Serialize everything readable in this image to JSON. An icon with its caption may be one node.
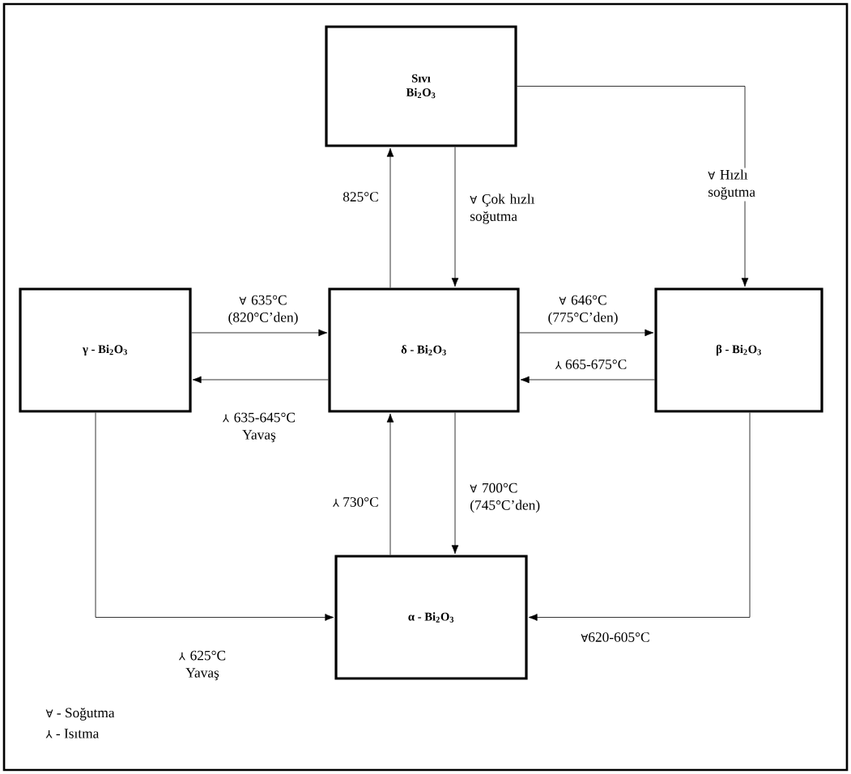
{
  "diagram": {
    "nodes": [
      {
        "text": [
          "Sıvı Bi$_{2}$O$_{3}$"
        ]
      },
      {
        "text": [
          "γ - Bi$_{2}$O$_{3}$"
        ]
      },
      {
        "text": [
          "δ - Bi$_{2}$O$_{3}$"
        ]
      },
      {
        "text": [
          "β - Bi$_{2}$O$_{3}$"
        ]
      },
      {
        "text": [
          "α - Bi$_{2}$O$_{3}$"
        ]
      }
    ],
    "edges": [
      {
        "from": 2,
        "to": 0,
        "arrow": "to",
        "label": "825°C"
      },
      {
        "from": 0,
        "to": 2,
        "arrow": "to",
        "label": "∀ Çok hızlı soğutma"
      },
      {
        "from": 0,
        "to": 3,
        "arrow": "to",
        "label": "∀ Hızlı soğutma"
      },
      {
        "from": 1,
        "to": 2,
        "arrow": "to",
        "label": "∀ 635°C (820°C’den)"
      },
      {
        "from": 2,
        "to": 1,
        "arrow": "to",
        "label": "⅄ 635-645°C Yavaş"
      },
      {
        "from": 2,
        "to": 3,
        "arrow": "to",
        "label": "∀ 646°C (775°C’den)"
      },
      {
        "from": 3,
        "to": 2,
        "arrow": "to",
        "label": "⅄ 665-675°C"
      },
      {
        "from": 4,
        "to": 2,
        "arrow": "to",
        "label": "⅄ 730°C"
      },
      {
        "from": 2,
        "to": 4,
        "arrow": "to",
        "label": "∀ 700°C (745°C’den)"
      },
      {
        "from": 1,
        "to": 4,
        "arrow": "to",
        "label": "⅄ 625°C Yavaş"
      },
      {
        "from": 3,
        "to": 4,
        "arrow": "to",
        "label": "∀620-605°C"
      }
    ],
    "legend": [
      {
        "text": "∀ - Soğutma"
      },
      {
        "text": "⅄ - Isıtma"
      }
    ]
  }
}
